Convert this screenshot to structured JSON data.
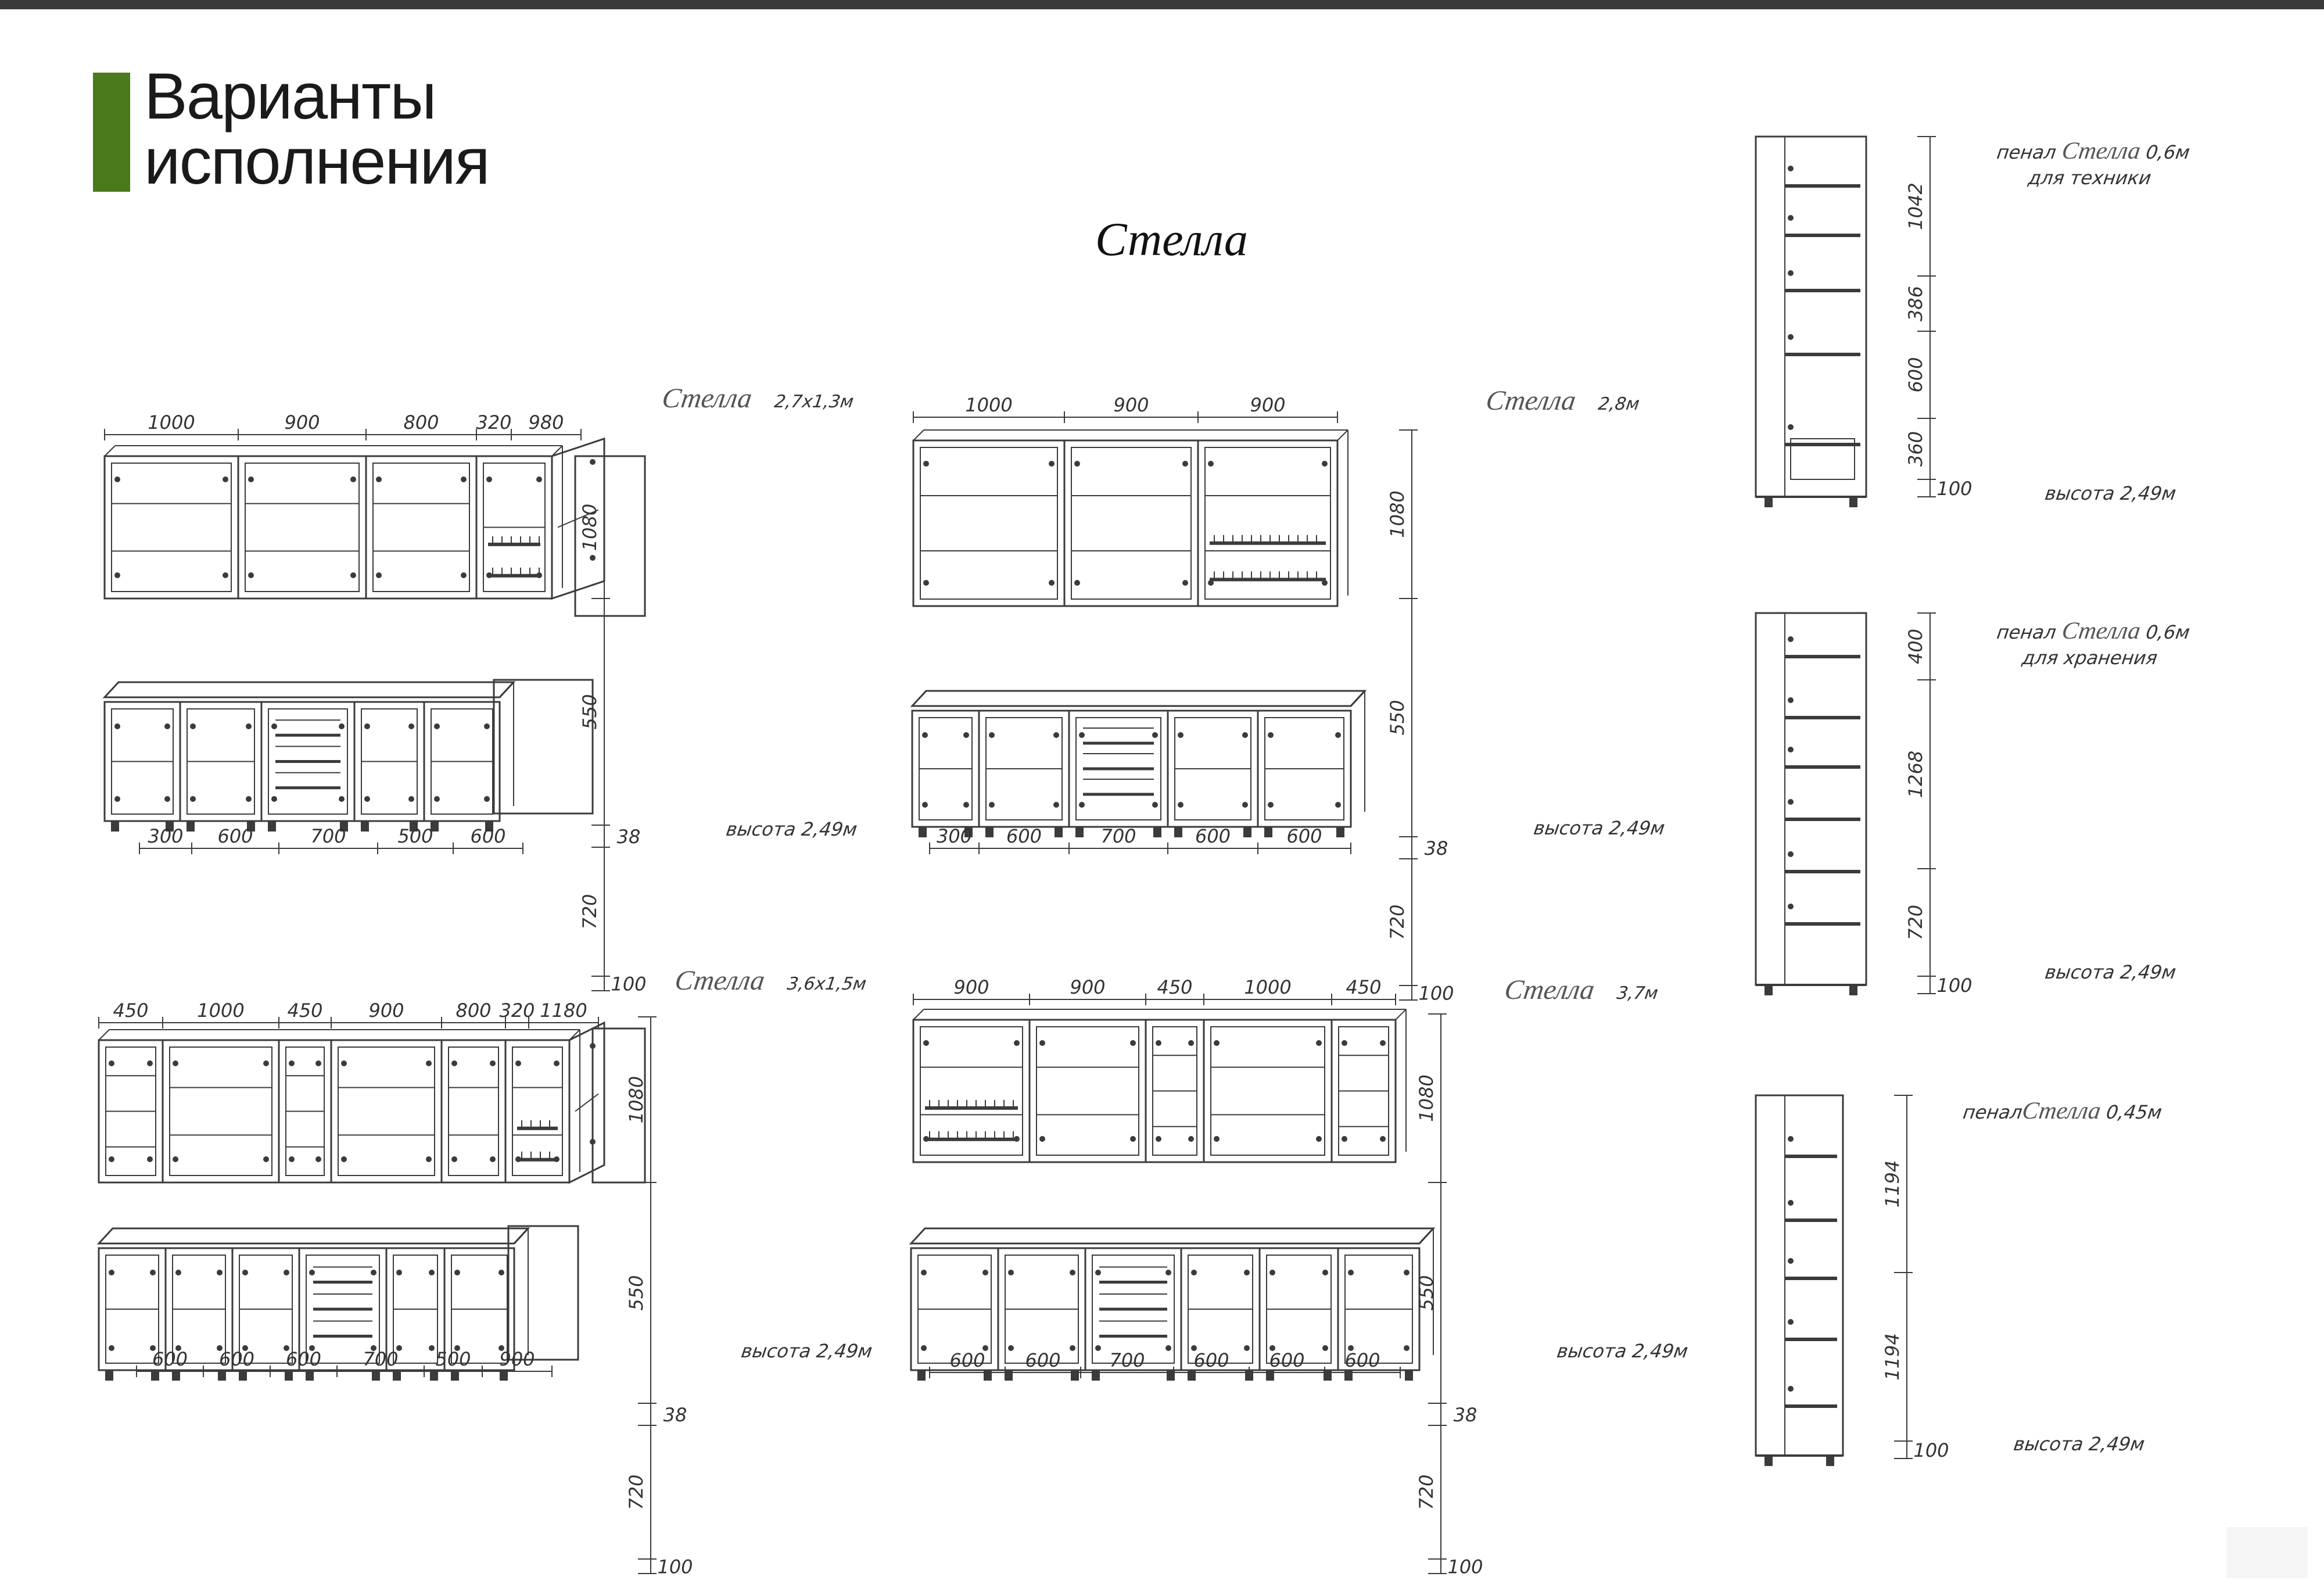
{
  "colors": {
    "accent": "#4a7a1c",
    "topbar": "#3a3a3a",
    "line": "#3b3b3b"
  },
  "page": {
    "title_line1": "Варианты",
    "title_line2": "исполнения"
  },
  "collection": {
    "title": "Стелла"
  },
  "kitchens": [
    {
      "name": "Стелла",
      "size": "2,7х1,3м",
      "height_label": "высота 2,49м",
      "top_dims": [
        "1000",
        "900",
        "800",
        "320",
        "980"
      ],
      "bottom_dims": [
        "300",
        "600",
        "700",
        "500",
        "600"
      ],
      "vertical_dims": [
        "1080",
        "550",
        "38",
        "720",
        "100"
      ]
    },
    {
      "name": "Стелла",
      "size": "2,8м",
      "height_label": "высота 2,49м",
      "top_dims": [
        "1000",
        "900",
        "900"
      ],
      "bottom_dims": [
        "300",
        "600",
        "700",
        "600",
        "600"
      ],
      "vertical_dims": [
        "1080",
        "550",
        "38",
        "720",
        "100"
      ]
    },
    {
      "name": "Стелла",
      "size": "3,6х1,5м",
      "height_label": "высота 2,49м",
      "top_dims": [
        "450",
        "1000",
        "450",
        "900",
        "800",
        "320",
        "1180"
      ],
      "bottom_dims": [
        "600",
        "600",
        "600",
        "700",
        "500",
        "900"
      ],
      "vertical_dims": [
        "1080",
        "550",
        "38",
        "720",
        "100"
      ]
    },
    {
      "name": "Стелла",
      "size": "3,7м",
      "height_label": "высота 2,49м",
      "top_dims": [
        "900",
        "900",
        "450",
        "1000",
        "450"
      ],
      "bottom_dims": [
        "600",
        "600",
        "700",
        "600",
        "600",
        "600"
      ],
      "vertical_dims": [
        "1080",
        "550",
        "38",
        "720",
        "100"
      ]
    }
  ],
  "pencils": [
    {
      "prefix": "пенал",
      "name": "Стелла",
      "size": "0,6м",
      "purpose": "для техники",
      "height_label": "высота 2,49м",
      "dims": [
        "1042",
        "386",
        "600",
        "360",
        "100"
      ]
    },
    {
      "prefix": "пенал",
      "name": "Стелла",
      "size": "0,6м",
      "purpose": "для хранения",
      "height_label": "высота 2,49м",
      "dims": [
        "400",
        "1268",
        "720",
        "100"
      ]
    },
    {
      "prefix": "пенал",
      "name": "Стелла",
      "size": "0,45м",
      "purpose": "",
      "height_label": "высота 2,49м",
      "dims": [
        "1194",
        "1194",
        "100"
      ]
    }
  ]
}
